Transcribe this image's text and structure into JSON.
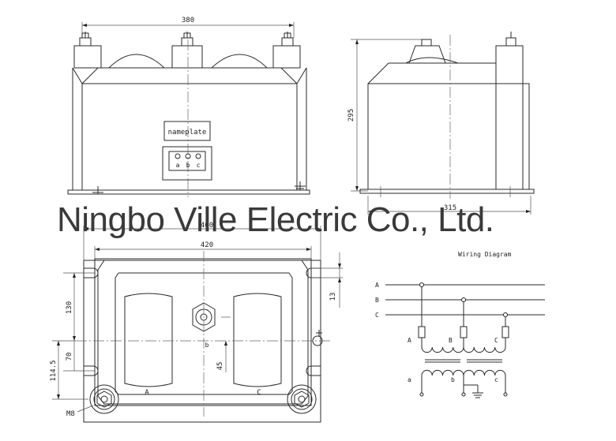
{
  "watermark": "Ningbo Ville Electric Co., Ltd.",
  "front_view": {
    "width_dim": "380",
    "nameplate_label": "nameplate",
    "terminal_labels": [
      "a",
      "b",
      "c"
    ]
  },
  "side_view": {
    "height_dim": "295",
    "depth_dim": "315"
  },
  "plan_view": {
    "outer_width_dim": "460",
    "inner_width_dim": "420",
    "dim_130": "130",
    "dim_70": "70",
    "dim_114_5": "114.5",
    "dim_13": "13",
    "dim_45": "45",
    "terminal_b": "b",
    "window_a": "A",
    "window_c": "C",
    "bolt_label": "M8"
  },
  "wiring": {
    "title": "Wiring Diagram",
    "phases": [
      "A",
      "B",
      "C"
    ],
    "primary_labels": [
      "A",
      "B",
      "C"
    ],
    "secondary_labels": [
      "a",
      "b",
      "c"
    ]
  }
}
